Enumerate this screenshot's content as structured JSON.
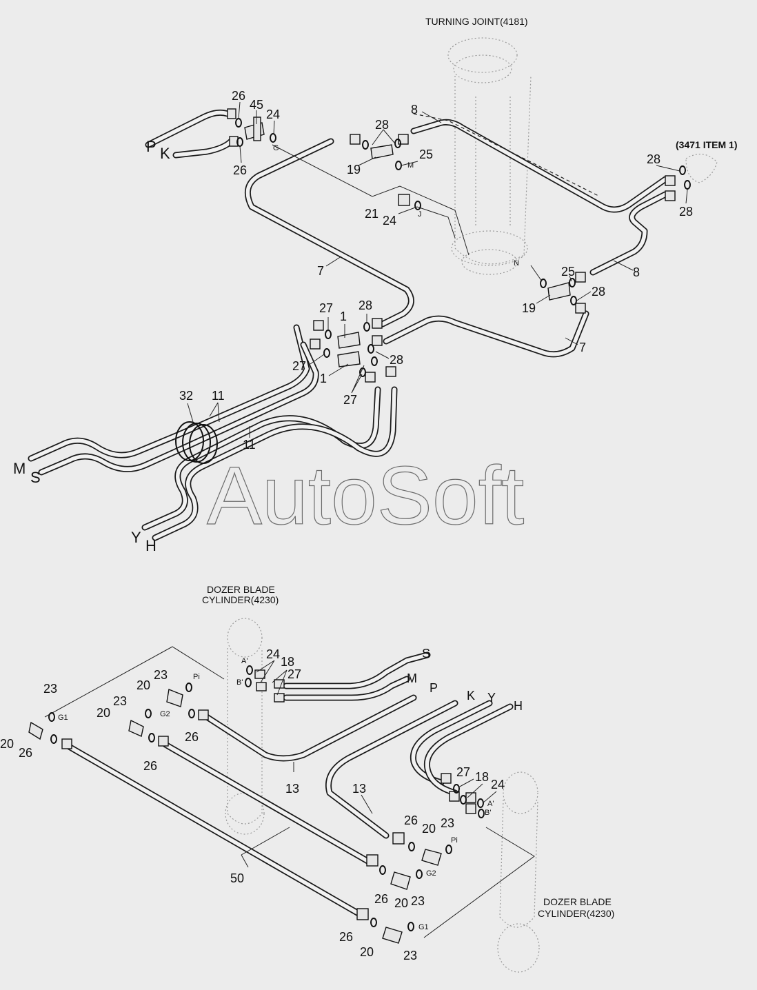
{
  "titles": {
    "turning_joint": "TURNING JOINT(4181)",
    "ref_3471": "(3471 ITEM 1)",
    "dozer_left_line1": "DOZER BLADE",
    "dozer_left_line2": "CYLINDER(4230)",
    "dozer_right_line1": "DOZER BLADE",
    "dozer_right_line2": "CYLINDER(4230)"
  },
  "watermark": "AutoSoft",
  "top_labels": [
    "26",
    "45",
    "24",
    "P",
    "K",
    "26",
    "G",
    "8",
    "28",
    "19",
    "M",
    "25",
    "21",
    "24",
    "J",
    "28",
    "28",
    "7",
    "N",
    "25",
    "28",
    "19",
    "8",
    "27",
    "28",
    "1",
    "1",
    "27",
    "28",
    "27",
    "7",
    "32",
    "11",
    "11",
    "M",
    "S",
    "Y",
    "H"
  ],
  "bottom_labels": [
    "S",
    "M",
    "P",
    "K",
    "Y",
    "H",
    "24",
    "18",
    "27",
    "A'",
    "B'",
    "23",
    "Pi",
    "20",
    "G2",
    "23",
    "G1",
    "20",
    "23",
    "20",
    "26",
    "26",
    "26",
    "13",
    "13",
    "27",
    "18",
    "24",
    "A'",
    "B'",
    "26",
    "20",
    "23",
    "Pi",
    "G2",
    "20",
    "23",
    "26",
    "50",
    "26",
    "20",
    "G1",
    "23"
  ]
}
